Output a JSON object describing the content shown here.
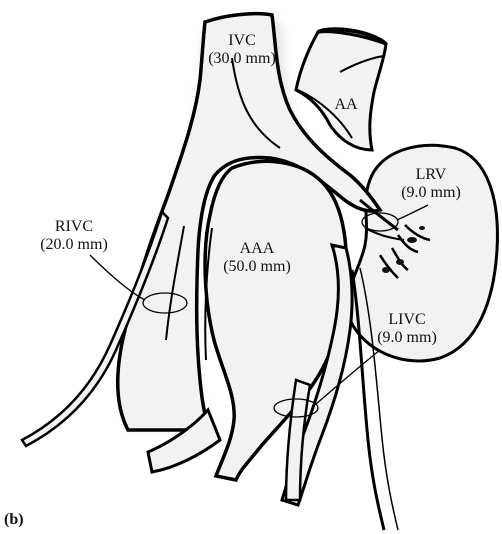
{
  "figure": {
    "panel_label": "(b)",
    "labels": {
      "ivc": {
        "name": "IVC",
        "size": "(30.0 mm)"
      },
      "aa": {
        "name": "AA"
      },
      "lrv": {
        "name": "LRV",
        "size": "(9.0 mm)"
      },
      "rivc": {
        "name": "RIVC",
        "size": "(20.0 mm)"
      },
      "aaa": {
        "name": "AAA",
        "size": "(50.0 mm)"
      },
      "livc": {
        "name": "LIVC",
        "size": "(9.0 mm)"
      }
    }
  },
  "colors": {
    "outline": "#000000",
    "vessel_fill": "#f2f2f2",
    "vessel_shade": "#c8c8c8",
    "background": "#ffffff"
  }
}
